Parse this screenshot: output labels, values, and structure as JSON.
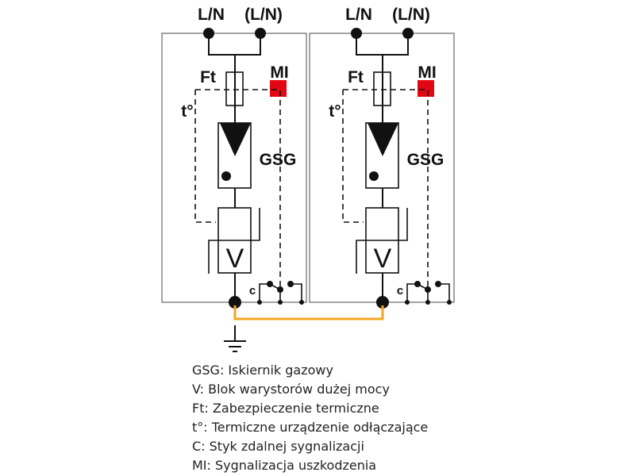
{
  "modules": [
    {
      "terminal_label": "L/N",
      "terminal_label_alt": "(L/N)",
      "fuse_label": "Ft",
      "indicator_label": "MI",
      "thermal_label": "t°",
      "gas_tube_label": "GSG",
      "varistor_label": "V",
      "contact_label": "c"
    },
    {
      "terminal_label": "L/N",
      "terminal_label_alt": "(L/N)",
      "fuse_label": "Ft",
      "indicator_label": "MI",
      "thermal_label": "t°",
      "gas_tube_label": "GSG",
      "varistor_label": "V",
      "contact_label": "c"
    }
  ],
  "colors": {
    "indicator": "#e30613",
    "bond_wire": "#f5a623",
    "line": "#111111",
    "frame": "#666666"
  },
  "legend": [
    "GSG: Iskiernik gazowy",
    "V: Blok warystorów dużej mocy",
    "Ft: Zabezpieczenie termiczne",
    "t°: Termiczne urządzenie odłączające",
    "C: Styk zdalnej sygnalizacji",
    "MI: Sygnalizacja uszkodzenia"
  ]
}
